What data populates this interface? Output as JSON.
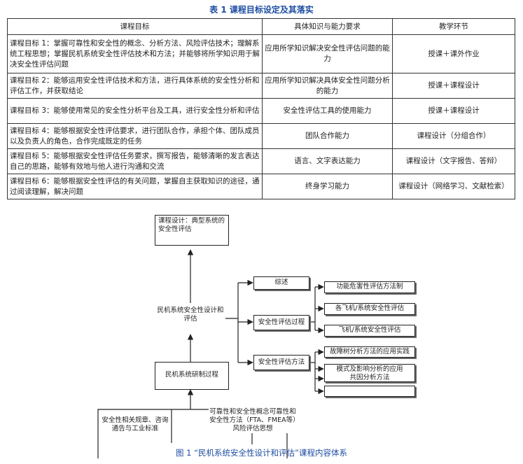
{
  "table": {
    "title": "表 1 课程目标设定及其落实",
    "headers": [
      "课程目标",
      "具体知识与能力要求",
      "教学环节"
    ],
    "rows": [
      [
        "课程目标 1：掌握可靠性和安全性的概念、分析方法、风险评估技术；理解系统工程思想；掌握民机系统安全性评估技术和方法；并能够将所学知识用于解决安全性评估问题",
        "应用所学知识解决安全性评估问题的能力",
        "授课＋课外作业"
      ],
      [
        "课程目标 2：能够运用安全性评估技术和方法，进行具体系统的安全性分析和评估工作，并获取结论",
        "应用所学知识解决具体安全性问题分析的能力",
        "授课＋课程设计"
      ],
      [
        "课程目标 3：能够使用常见的安全性分析平台及工具，进行安全性分析和评估",
        "安全性评估工具的使用能力",
        "授课＋课程设计"
      ],
      [
        "课程目标 4：能够根据安全性评估要求，进行团队合作，承担个体、团队成员以及负责人的角色，合作完成既定的任务",
        "团队合作能力",
        "课程设计（分组合作）"
      ],
      [
        "课程目标 5：能够根据安全性评估任务要求，撰写报告，能够清晰的发言表达自己的思路，能够有效地与他人进行沟通和交流",
        "语言、文字表达能力",
        "课程设计（文字报告、答辩）"
      ],
      [
        "课程目标 6：能够根据安全性评估的有关问题，掌握自主获取知识的途径，通过阅读理解，解决问题",
        "终身学习能力",
        "课程设计（网络学习、文献检索）"
      ]
    ]
  },
  "figure": {
    "top_box": "课程设计：典型系统的安全性评估",
    "middle_label": "民机系统安全性设计和评估",
    "process_box": "民机系统研制过程",
    "branch_overview": "综述",
    "branch_process": "安全性评估过程",
    "branch_methods": "安全性评估方法",
    "process_items": [
      "功能危害性评估方法制",
      "各飞机/系统安全性评估",
      "飞机/系统安全性评估"
    ],
    "method_items": [
      "故障树分析方法的应用实践",
      "模式及影响分析的应用",
      "共因分析方法",
      ""
    ],
    "base_left": "安全性相关规章、咨询通告与工业标准",
    "base_right": "可靠性和安全性概念可靠性和安全性方法（FTA、FMEA等）风险评估思想",
    "caption": "图 1 “民机系统安全性设计和评估”课程内容体系"
  }
}
